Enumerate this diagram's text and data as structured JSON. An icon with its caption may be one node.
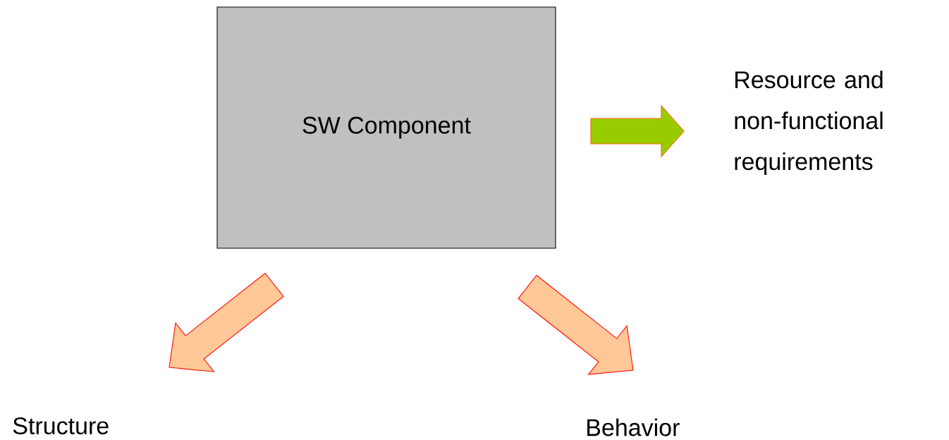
{
  "diagram": {
    "nodes": [
      {
        "text": [
          "SW Component"
        ]
      },
      {
        "text": [
          "Resource and non-functional requirements"
        ]
      },
      {
        "text": [
          "Structure"
        ]
      },
      {
        "text": [
          "Behavior"
        ]
      }
    ],
    "edges": [
      {
        "from": 0,
        "to": 1,
        "arrow": "to",
        "color": "#99cc00"
      },
      {
        "from": 0,
        "to": 2,
        "arrow": "to"
      },
      {
        "from": 0,
        "to": 3,
        "arrow": "to"
      }
    ]
  }
}
